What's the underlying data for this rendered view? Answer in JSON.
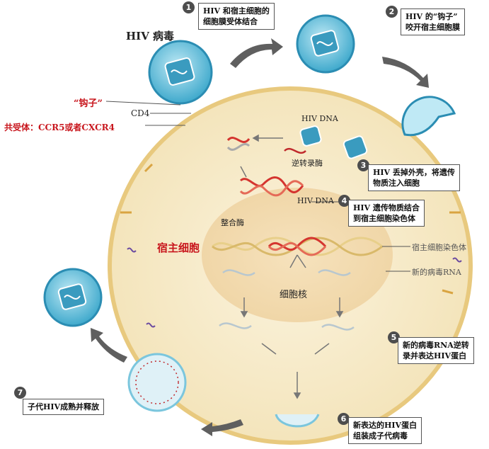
{
  "title": "HIV 病毒",
  "labels": {
    "hook": "“钩子”",
    "cd4": "CD4",
    "coreceptor": "共受体：CCR5或者CXCR4",
    "hiv_dna_top": "HIV DNA",
    "reverse_transcriptase": "逆转录酶",
    "hiv_dna_mid": "HIV DNA",
    "integrase": "整合酶",
    "host_cell": "宿主细胞",
    "host_chromosome": "宿主细胞染色体",
    "new_viral_rna": "新的病毒RNA",
    "nucleus": "细胞核"
  },
  "steps": [
    {
      "num": "1",
      "lines": [
        "HIV 和宿主细胞的",
        "细胞膜受体结合"
      ]
    },
    {
      "num": "2",
      "lines": [
        "HIV 的“钩子”",
        "咬开宿主细胞膜"
      ]
    },
    {
      "num": "3",
      "lines": [
        "HIV 丢掉外壳，将遗传",
        "物质注入细胞"
      ]
    },
    {
      "num": "4",
      "lines": [
        "HIV 遗传物质结合",
        "到宿主细胞染色体"
      ]
    },
    {
      "num": "5",
      "lines": [
        "新的病毒RNA逆转",
        "录并表达HIV蛋白"
      ]
    },
    {
      "num": "6",
      "lines": [
        "新表达的HIV蛋白",
        "组装成子代病毒"
      ]
    },
    {
      "num": "7",
      "lines": [
        "子代HIV成熟并释放"
      ]
    }
  ]
}
